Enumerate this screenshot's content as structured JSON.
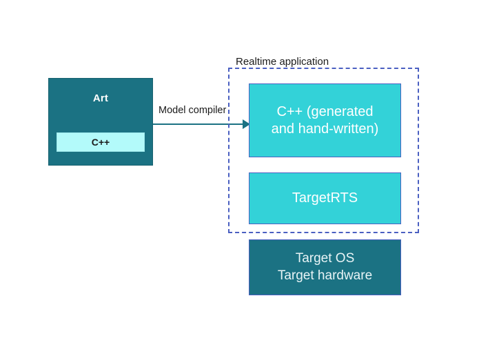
{
  "diagram": {
    "source_block": {
      "title": "Art",
      "inner_label": "C++"
    },
    "arrow": {
      "label": "Model compiler",
      "icon": "arrow-right-icon"
    },
    "container": {
      "title": "Realtime application"
    },
    "blocks": [
      {
        "name": "cpp-generated",
        "label": "C++ (generated\nand hand-written)"
      },
      {
        "name": "targetrts",
        "label": "TargetRTS"
      },
      {
        "name": "target-os",
        "label": "Target OS\nTarget hardware"
      }
    ]
  },
  "colors": {
    "dark_teal": "#1B7283",
    "cyan": "#33D2D8",
    "light_cyan": "#B3FAFA",
    "dashed_blue": "#4a5fc1",
    "text_dark": "#1a1a1a",
    "text_light": "#ffffff"
  }
}
